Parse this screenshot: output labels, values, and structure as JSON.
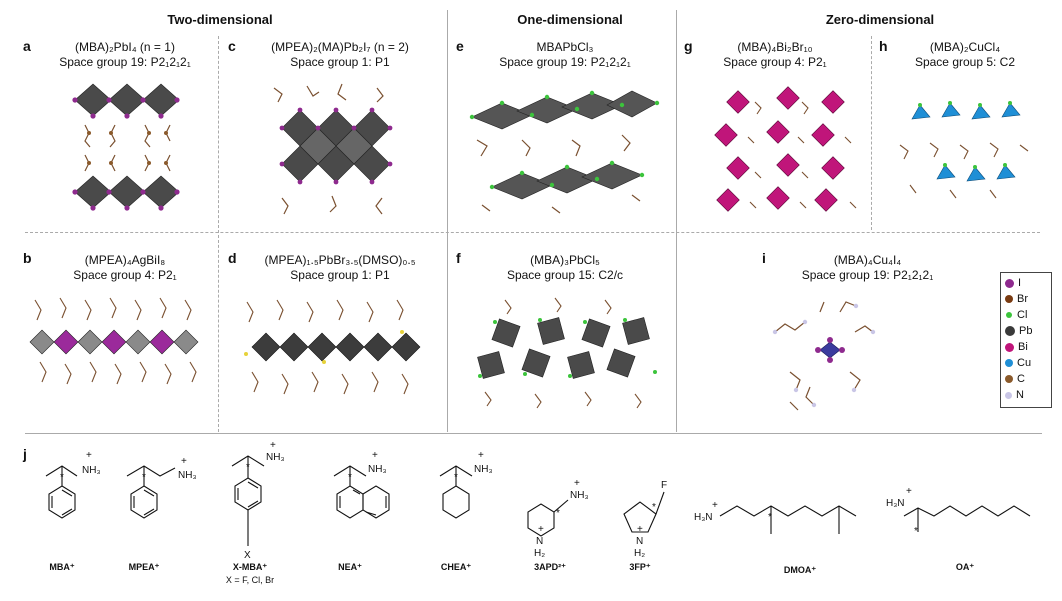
{
  "sections": {
    "two_d": "Two-dimensional",
    "one_d": "One-dimensional",
    "zero_d": "Zero-dimensional"
  },
  "panels": {
    "a": {
      "letter": "a",
      "line1": "(MBA)₂PbI₄ (n = 1)",
      "line2": "Space group 19: P2₁2₁2₁"
    },
    "b": {
      "letter": "b",
      "line1": "(MPEA)₄AgBiI₈",
      "line2": "Space group 4: P2₁"
    },
    "c": {
      "letter": "c",
      "line1": "(MPEA)₂(MA)Pb₂I₇ (n = 2)",
      "line2": "Space group 1: P1"
    },
    "d": {
      "letter": "d",
      "line1": "(MPEA)₁.₅PbBr₃.₅(DMSO)₀.₅",
      "line2": "Space group 1: P1"
    },
    "e": {
      "letter": "e",
      "line1": "MBAPbCl₃",
      "line2": "Space group 19: P2₁2₁2₁"
    },
    "f": {
      "letter": "f",
      "line1": "(MBA)₃PbCl₅",
      "line2": "Space group 15: C2/c"
    },
    "g": {
      "letter": "g",
      "line1": "(MBA)₄Bi₂Br₁₀",
      "line2": "Space group 4: P2₁"
    },
    "h": {
      "letter": "h",
      "line1": "(MBA)₂CuCl₄",
      "line2": "Space group 5: C2"
    },
    "i": {
      "letter": "i",
      "line1": "(MBA)₄Cu₄I₄",
      "line2": "Space group 19: P2₁2₁2₁"
    },
    "j": {
      "letter": "j"
    }
  },
  "legend": [
    {
      "label": "I",
      "color": "#8e2a8e"
    },
    {
      "label": "Br",
      "color": "#7a3b12"
    },
    {
      "label": "Cl",
      "color": "#3cc43c"
    },
    {
      "label": "Pb",
      "color": "#3a3a3a"
    },
    {
      "label": "Bi",
      "color": "#c0157a"
    },
    {
      "label": "Cu",
      "color": "#1f8fd6"
    },
    {
      "label": "C",
      "color": "#8b5a2b"
    },
    {
      "label": "N",
      "color": "#c9c6e6"
    }
  ],
  "molecules": [
    {
      "name": "MBA⁺"
    },
    {
      "name": "MPEA⁺"
    },
    {
      "name": "X-MBA⁺",
      "sub": "X = F, Cl, Br"
    },
    {
      "name": "NEA⁺"
    },
    {
      "name": "CHEA⁺"
    },
    {
      "name": "3APD²⁺"
    },
    {
      "name": "3FP⁺"
    },
    {
      "name": "DMOA⁺"
    },
    {
      "name": "OA⁺"
    }
  ],
  "chem": {
    "nh3": "NH₃",
    "h3n": "H₃N",
    "h2": "H₂",
    "n": "N",
    "x": "X",
    "f": "F",
    "plus": "+",
    "star": "*"
  }
}
